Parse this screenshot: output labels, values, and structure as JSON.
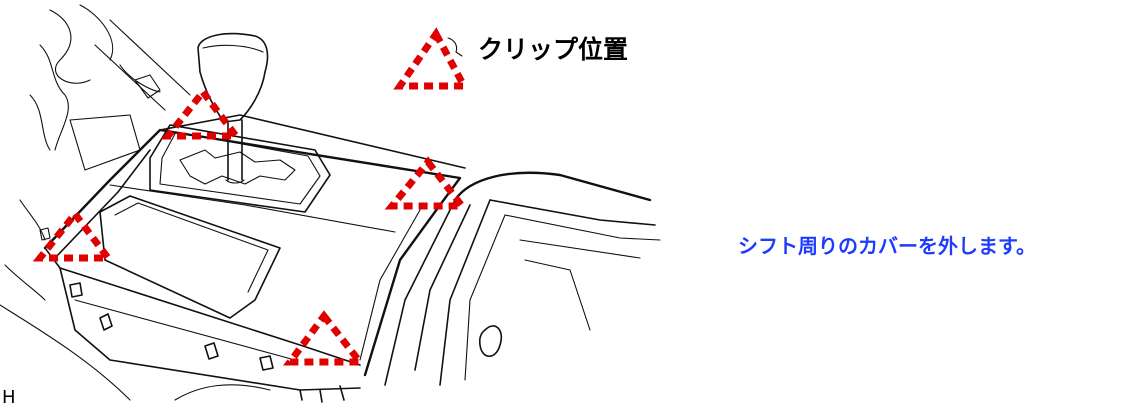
{
  "legend": {
    "label": "クリップ位置",
    "icon": "dashed-red-triangle"
  },
  "caption": {
    "text": "シフト周りのカバーを外します。",
    "color": "#1e3cff"
  },
  "marker_color": "#e00000",
  "corner_mark": "H"
}
